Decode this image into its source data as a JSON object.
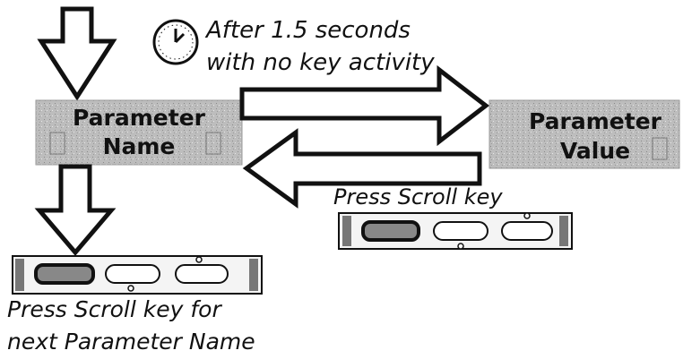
{
  "clock": {
    "icon": "clock-icon",
    "line1": "After 1.5 seconds",
    "line2": "with no key activity"
  },
  "parameter_name_box": {
    "line1": "Parameter",
    "line2": "Name"
  },
  "parameter_value_box": {
    "line1": "Parameter",
    "line2": "Value"
  },
  "scroll_key_right": {
    "label": "Press Scroll key"
  },
  "scroll_key_bottom": {
    "line1": "Press Scroll key for",
    "line2": "next Parameter Name"
  },
  "colors": {
    "box_fill": "#bdbdbd",
    "arrow_stroke": "#111111",
    "arrow_fill": "#ffffff"
  }
}
